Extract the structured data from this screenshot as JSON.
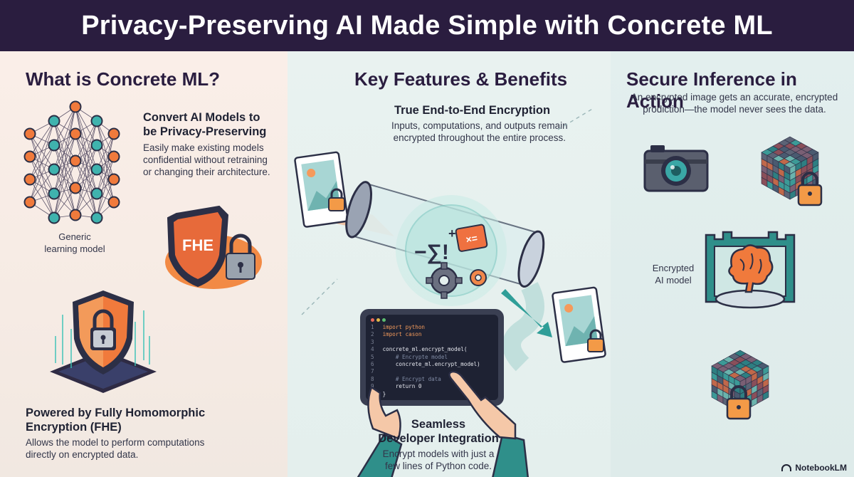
{
  "header": {
    "title": "Privacy-Preserving AI Made Simple with Concrete ML"
  },
  "left": {
    "title": "What is Concrete ML?",
    "convert_heading_1": "Convert AI Models to",
    "convert_heading_2": "be Privacy-Preserving",
    "convert_body_1": "Easily make existing models",
    "convert_body_2": "confidential without retraining",
    "convert_body_3": "or changing their architecture.",
    "model_caption_1": "Generic",
    "model_caption_2": "learning model",
    "fhe_label": "FHE",
    "powered_heading_1": "Powered by Fully Homomorphic",
    "powered_heading_2": "Encryption (FHE)",
    "powered_body_1": "Allows the model to perform computations",
    "powered_body_2": "directly on encrypted data."
  },
  "middle": {
    "title": "Key Features & Benefits",
    "e2e_heading": "True End-to-End Encryption",
    "e2e_body_1": "Inputs, computations, and outputs remain",
    "e2e_body_2": "encrypted throughout the entire process.",
    "math_symbols": "−∑!",
    "code_lines": [
      {
        "num": "1",
        "text": "import python"
      },
      {
        "num": "2",
        "text": "import cason"
      },
      {
        "num": "3",
        "text": ""
      },
      {
        "num": "4",
        "text": "concrete_ml.encrypt_model("
      },
      {
        "num": "5",
        "text": "    # Encrypte model"
      },
      {
        "num": "6",
        "text": "    concrete_ml.encrypt_model)"
      },
      {
        "num": "7",
        "text": ""
      },
      {
        "num": "8",
        "text": "    # Encrypt data"
      },
      {
        "num": "9",
        "text": "    return 0"
      },
      {
        "num": "10",
        "text": "}"
      }
    ],
    "dev_heading_1": "Seamless",
    "dev_heading_2": "Developer Integration",
    "dev_body_1": "Encrypt models with just a",
    "dev_body_2": "few lines of Python code."
  },
  "right": {
    "title": "Secure Inference in Action",
    "body_1": "An encrypted image gets an accurate, encrypted",
    "body_2": "prodiction—the model never sees the data.",
    "model_caption_1": "Encrypted",
    "model_caption_2": "AI model"
  },
  "brand": {
    "name": "NotebookLM"
  }
}
